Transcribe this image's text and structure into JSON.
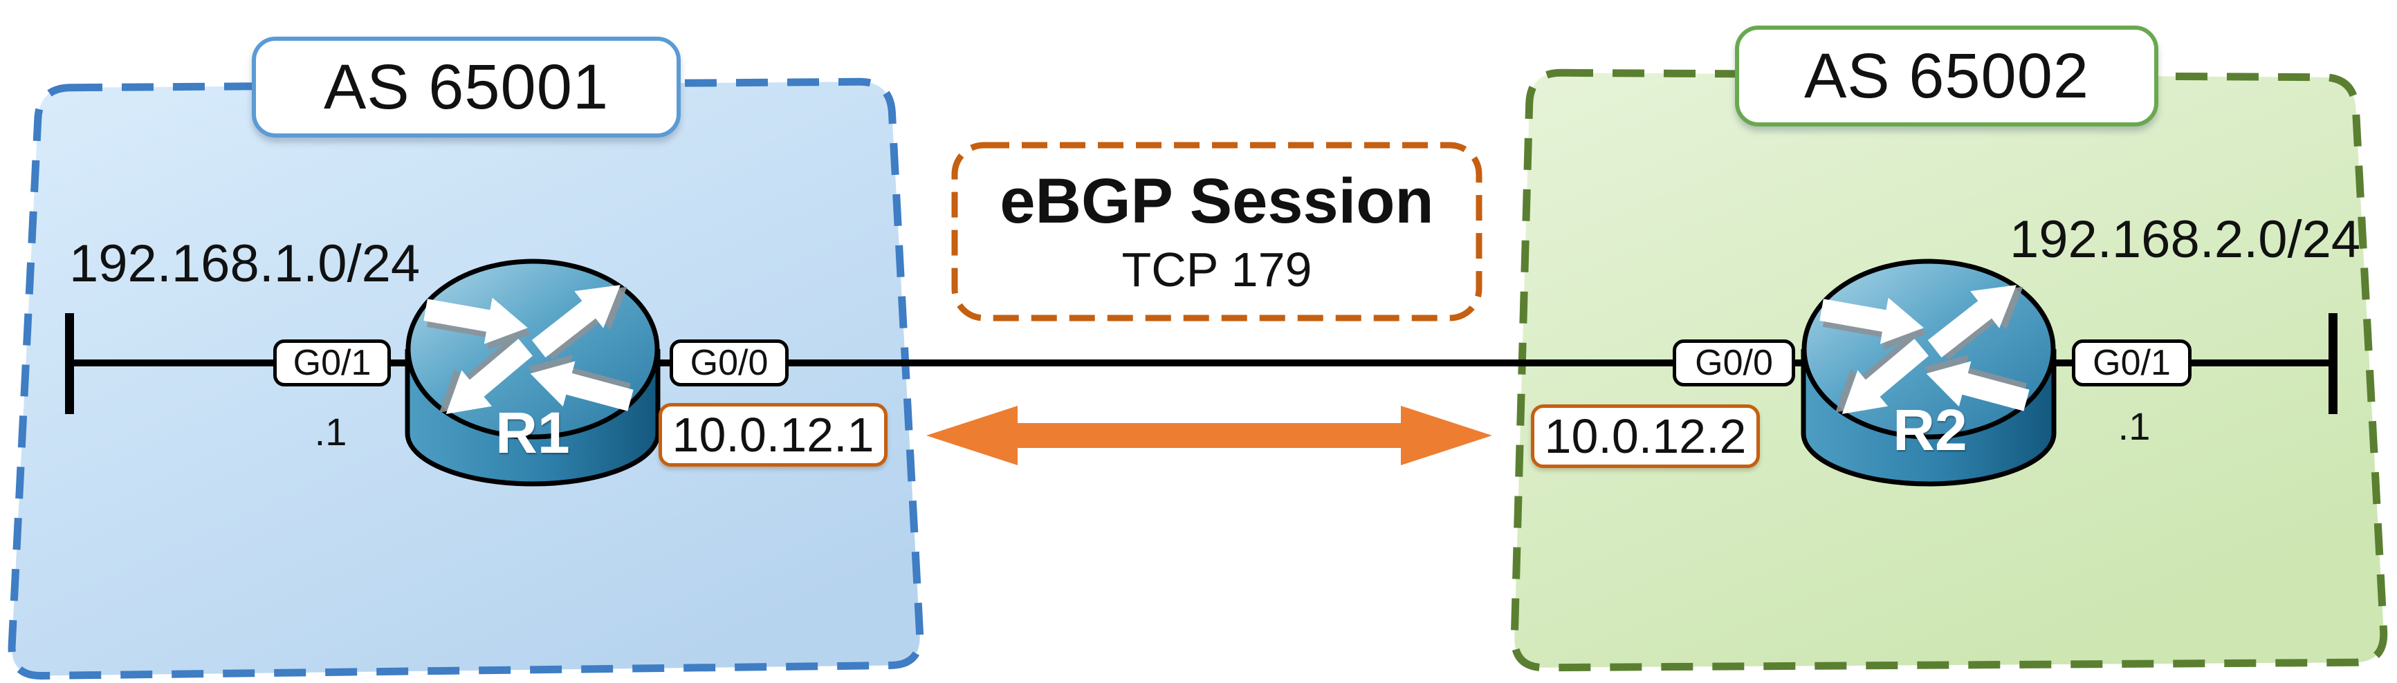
{
  "left_as": {
    "label": "AS 65001",
    "network": "192.168.1.0/24",
    "router": "R1",
    "lan_interface": "G0/1",
    "lan_host": ".1",
    "wan_interface": "G0/0",
    "wan_ip": "10.0.12.1"
  },
  "right_as": {
    "label": "AS 65002",
    "network": "192.168.2.0/24",
    "router": "R2",
    "lan_interface": "G0/1",
    "lan_host": ".1",
    "wan_interface": "G0/0",
    "wan_ip": "10.0.12.2"
  },
  "session": {
    "title": "eBGP Session",
    "subtitle": "TCP 179"
  },
  "colors": {
    "left_region_fill": "#cde4f8",
    "left_region_border": "#3f7dc4",
    "left_label_border": "#5b9bd5",
    "right_region_fill": "#d8edc4",
    "right_region_border": "#5a7f31",
    "right_label_border": "#6aa84f",
    "session_border": "#c55f11",
    "arrow_fill": "#ed7d31",
    "link_line": "#000000",
    "router_fill": "#2f81ab",
    "text": "#111111"
  }
}
